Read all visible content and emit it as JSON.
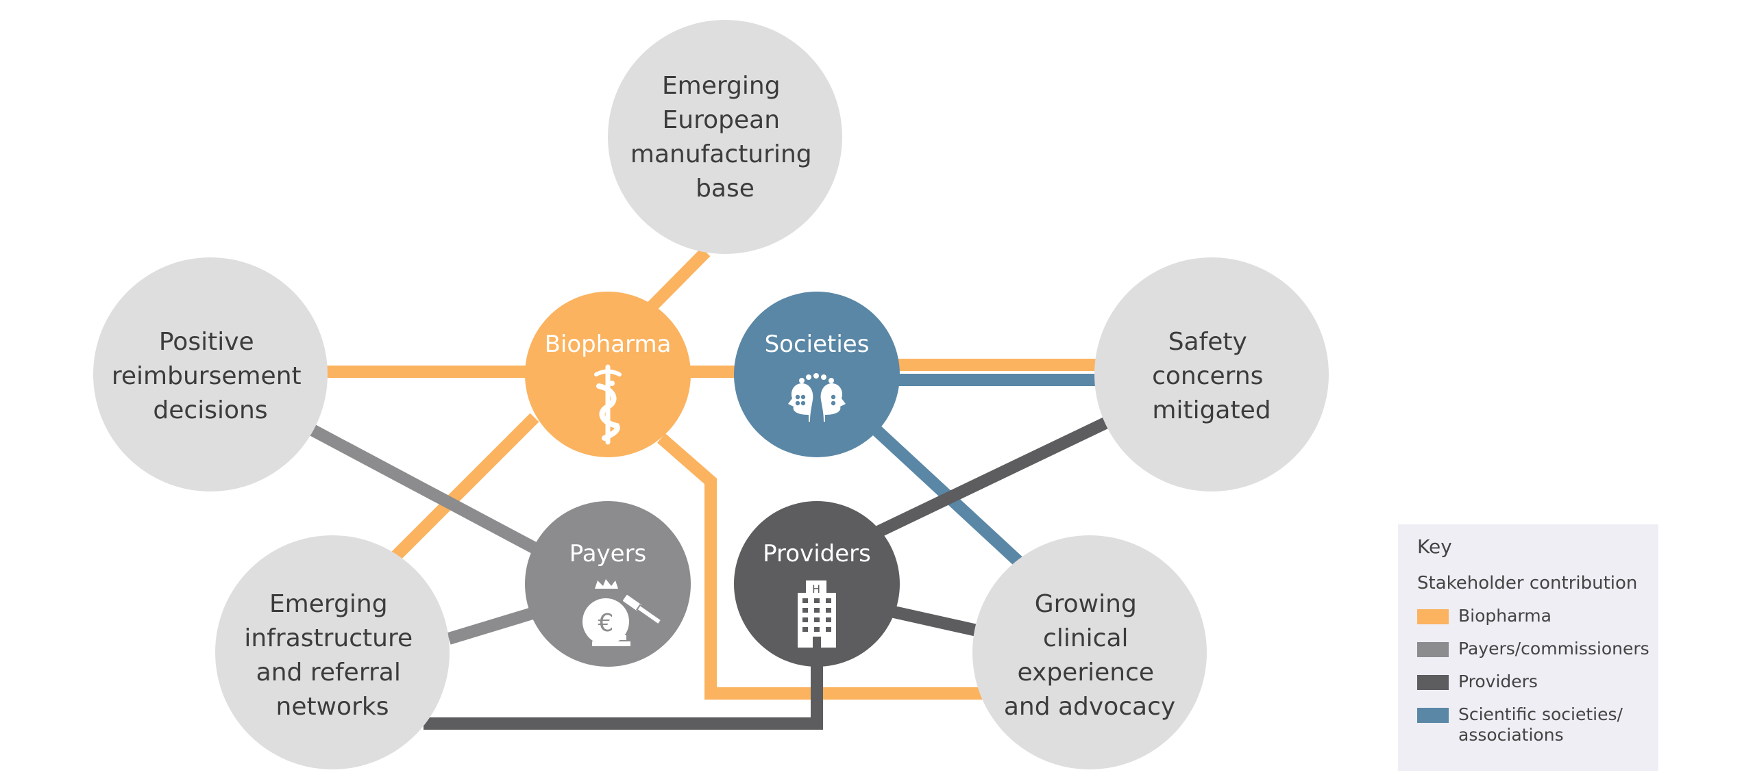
{
  "colors": {
    "biopharma": "#fbb35f",
    "payers": "#8c8c8e",
    "providers": "#5d5d5f",
    "societies": "#5a87a6",
    "outcome_circle": "#dfdedf",
    "key_bg": "#eeeef4"
  },
  "stakeholders": {
    "biopharma": {
      "label": "Biopharma",
      "icon": "caduceus-icon"
    },
    "societies": {
      "label": "Societies",
      "icon": "two-heads-icon"
    },
    "payers": {
      "label": "Payers",
      "icon": "money-bag-gavel-icon"
    },
    "providers": {
      "label": "Providers",
      "icon": "hospital-building-icon"
    }
  },
  "outcomes": {
    "manufacturing": {
      "lines": [
        "Emerging",
        "European",
        "manufacturing",
        "base"
      ]
    },
    "reimbursement": {
      "lines": [
        "Positive",
        "reimbursement",
        "decisions"
      ]
    },
    "safety": {
      "lines": [
        "Safety",
        "concerns",
        "mitigated"
      ]
    },
    "infrastructure": {
      "lines": [
        "Emerging",
        "infrastructure",
        "and referral",
        "networks"
      ]
    },
    "clinical": {
      "lines": [
        "Growing",
        "clinical",
        "experience",
        "and advocacy"
      ]
    }
  },
  "key": {
    "title": "Key",
    "subtitle": "Stakeholder contribution",
    "items": [
      {
        "label": "Biopharma",
        "color": "#fbb35f"
      },
      {
        "label": "Payers/commissioners",
        "color": "#8c8c8e"
      },
      {
        "label": "Providers",
        "color": "#5d5d5f"
      },
      {
        "label": "Scientific societies/ associations",
        "color": "#5a87a6"
      }
    ]
  }
}
